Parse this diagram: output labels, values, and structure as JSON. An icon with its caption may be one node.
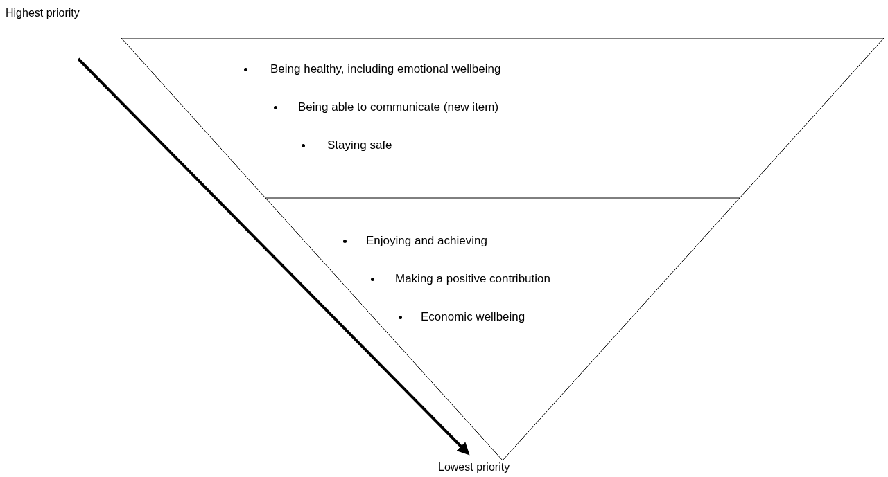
{
  "diagram": {
    "nodes": [
      {
        "text": [
          "Highest priority"
        ]
      },
      {
        "text": [
          "Being healthy, including emotional wellbeing",
          "Being able to communicate (new item)",
          "Staying safe"
        ]
      },
      {
        "text": [
          "Enjoying and achieving",
          "Making a positive contribution",
          "Economic wellbeing"
        ]
      },
      {
        "text": [
          "Lowest priority"
        ]
      }
    ],
    "edges": [
      {
        "from": 0,
        "to": 3,
        "arrow": "to"
      }
    ]
  }
}
